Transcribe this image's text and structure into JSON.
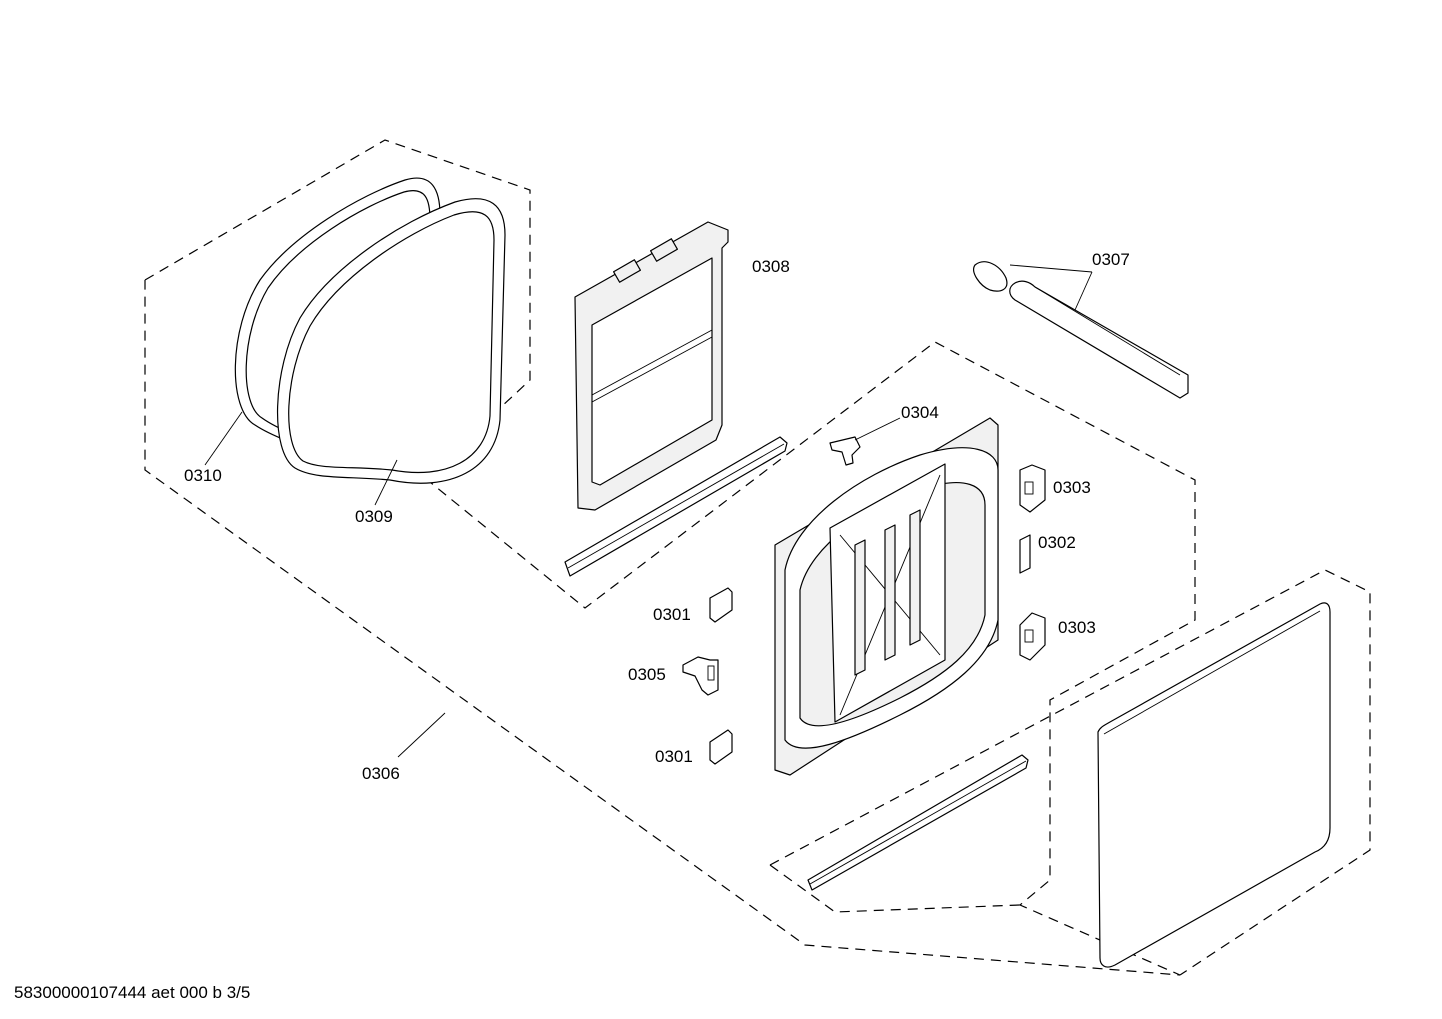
{
  "callouts": {
    "c0310": "0310",
    "c0309": "0309",
    "c0308": "0308",
    "c0307": "0307",
    "c0304": "0304",
    "c0303a": "0303",
    "c0302": "0302",
    "c0303b": "0303",
    "c0301a": "0301",
    "c0305": "0305",
    "c0301b": "0301",
    "c0306": "0306"
  },
  "footer": {
    "drawing_id": "58300000107444 aet 000 b 3/5"
  }
}
